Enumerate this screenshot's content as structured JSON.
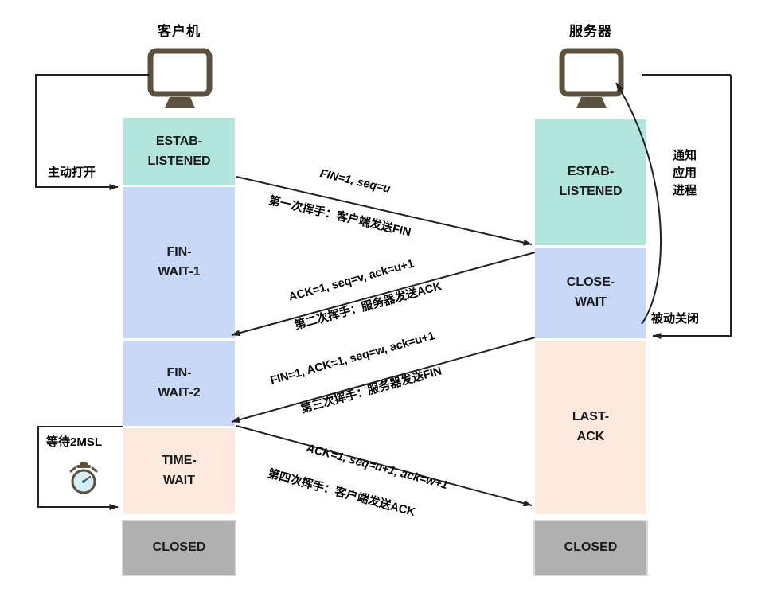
{
  "diagram": {
    "title": "TCP four-way handshake (connection termination) sequence diagram",
    "colors": {
      "established": "#b2e6dd",
      "fin_wait": "#c7d9f7",
      "time_wait": "#fdeade",
      "closed": "#b0b0b0",
      "line": "#222222",
      "monitor": "#5b513f"
    }
  },
  "columns": {
    "client": {
      "title": "客户机",
      "icon": "monitor-icon",
      "states": [
        {
          "name": "established",
          "lines": [
            "ESTAB-",
            "LISTENED"
          ],
          "style": "green"
        },
        {
          "name": "fin-wait-1",
          "lines": [
            "FIN-",
            "WAIT-1"
          ],
          "style": "blue"
        },
        {
          "name": "fin-wait-2",
          "lines": [
            "FIN-",
            "WAIT-2"
          ],
          "style": "blue"
        },
        {
          "name": "time-wait",
          "lines": [
            "TIME-",
            "WAIT"
          ],
          "style": "peach"
        },
        {
          "name": "closed",
          "lines": [
            "CLOSED"
          ],
          "style": "gray"
        }
      ]
    },
    "server": {
      "title": "服务器",
      "icon": "monitor-icon",
      "states": [
        {
          "name": "established",
          "lines": [
            "ESTAB-",
            "LISTENED"
          ],
          "style": "green"
        },
        {
          "name": "close-wait",
          "lines": [
            "CLOSE-",
            "WAIT"
          ],
          "style": "blue"
        },
        {
          "name": "last-ack",
          "lines": [
            "LAST-",
            "ACK"
          ],
          "style": "peach"
        },
        {
          "name": "closed",
          "lines": [
            "CLOSED"
          ],
          "style": "gray"
        }
      ]
    }
  },
  "annotations": {
    "active_open": "主动打开",
    "wait_2msl": "等待2MSL",
    "wait_2msl_icon": "stopwatch-icon",
    "notify_app": [
      "通知",
      "应用",
      "进程"
    ],
    "passive_close": "被动关闭"
  },
  "messages": [
    {
      "id": "handshake-1",
      "flags": "FIN=1, seq=u",
      "caption": "第一次挥手：客户端发送FIN",
      "direction": "client-to-server"
    },
    {
      "id": "handshake-2",
      "flags": "ACK=1, seq=v, ack=u+1",
      "caption": "第二次挥手：服务器发送ACK",
      "direction": "server-to-client"
    },
    {
      "id": "handshake-3",
      "flags": "FIN=1, ACK=1, seq=w, ack=u+1",
      "caption": "第三次挥手：服务器发送FIN",
      "direction": "server-to-client"
    },
    {
      "id": "handshake-4",
      "flags": "ACK=1, seq=u+1, ack=w+1",
      "caption": "第四次挥手：客户端发送ACK",
      "direction": "client-to-server"
    }
  ]
}
